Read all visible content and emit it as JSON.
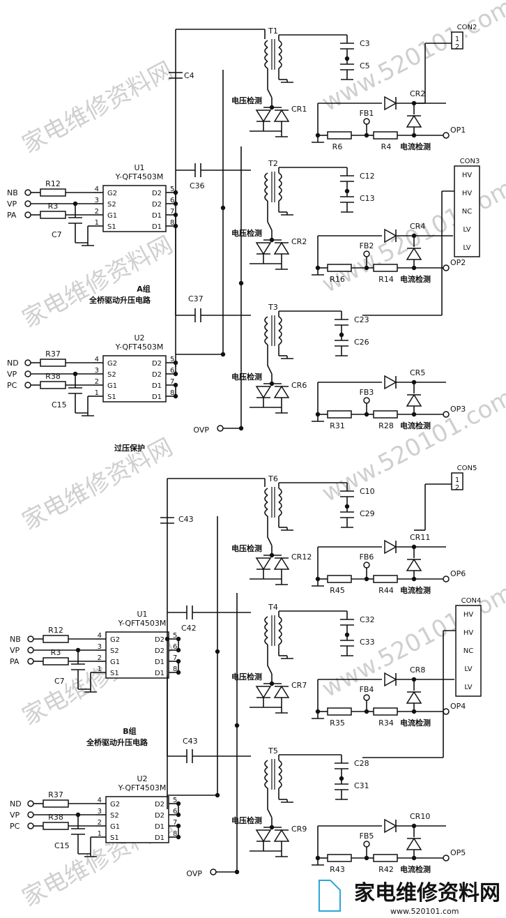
{
  "watermarks": {
    "brand": "家电维修资料网",
    "url": "www.520101.com"
  },
  "logo": {
    "text": "家电维修资料网",
    "url": "www.520101.com"
  },
  "a_group": {
    "title": "A组",
    "subtitle": "全桥驱动升压电路",
    "overvoltage": "过压保护",
    "u1": {
      "ref": "U1",
      "part": "Y-QFT4503M",
      "pins_left": [
        "G2",
        "S2",
        "G1",
        "S1"
      ],
      "pins_right": [
        "D2",
        "D2",
        "D1",
        "D1"
      ],
      "nums_left": [
        "4",
        "3",
        "2",
        "1"
      ],
      "nums_right": [
        "5",
        "6",
        "7",
        "8"
      ]
    },
    "u2": {
      "ref": "U2",
      "part": "Y-QFT4503M",
      "pins_left": [
        "G2",
        "S2",
        "G1",
        "S1"
      ],
      "pins_right": [
        "D2",
        "D2",
        "D1",
        "D1"
      ],
      "nums_left": [
        "4",
        "3",
        "2",
        "1"
      ],
      "nums_right": [
        "5",
        "6",
        "7",
        "8"
      ]
    },
    "inputs_u1": [
      "NB",
      "VP",
      "PA"
    ],
    "inputs_u2": [
      "ND",
      "VP",
      "PC"
    ],
    "res_u1": [
      "R12",
      "R3"
    ],
    "res_u2": [
      "R37",
      "R38"
    ],
    "cap_u1": "C7",
    "cap_u2": "C15",
    "caps": [
      "C4",
      "C36",
      "C37"
    ],
    "t1": {
      "ref": "T1",
      "caps": [
        "C3",
        "C5"
      ],
      "con": "CON2",
      "con_pins": [
        "1",
        "2"
      ],
      "diodes": [
        "CR1",
        "CR2"
      ],
      "fb": "FB1",
      "res": [
        "R6",
        "R4"
      ],
      "op": "OP1",
      "vdet": "电压检测",
      "idet": "电流检测"
    },
    "t2": {
      "ref": "T2",
      "caps": [
        "C12",
        "C13"
      ],
      "con": "CON3",
      "con_pins": [
        "HV",
        "HV",
        "NC",
        "LV",
        "LV"
      ],
      "diodes": [
        "CR2",
        "CR4"
      ],
      "fb": "FB2",
      "res": [
        "R16",
        "R14"
      ],
      "op": "OP2",
      "vdet": "电压检测",
      "idet": "电流检测"
    },
    "t3": {
      "ref": "T3",
      "caps": [
        "C23",
        "C26"
      ],
      "diodes": [
        "CR6",
        "CR5"
      ],
      "fb": "FB3",
      "res": [
        "R31",
        "R28"
      ],
      "op": "OP3",
      "vdet": "电压检测",
      "idet": "电流检测"
    },
    "ovp": "OVP"
  },
  "b_group": {
    "title": "B组",
    "subtitle": "全桥驱动升压电路",
    "u1": {
      "ref": "U1",
      "part": "Y-QFT4503M",
      "pins_left": [
        "G2",
        "S2",
        "G1",
        "S1"
      ],
      "pins_right": [
        "D2",
        "D2",
        "D1",
        "D1"
      ],
      "nums_left": [
        "4",
        "3",
        "2",
        "1"
      ],
      "nums_right": [
        "5",
        "6",
        "7",
        "8"
      ]
    },
    "u2": {
      "ref": "U2",
      "part": "Y-QFT4503M",
      "pins_left": [
        "G2",
        "S2",
        "G1",
        "S1"
      ],
      "pins_right": [
        "D2",
        "D2",
        "D1",
        "D1"
      ],
      "nums_left": [
        "4",
        "3",
        "2",
        "1"
      ],
      "nums_right": [
        "5",
        "6",
        "7",
        "8"
      ]
    },
    "inputs_u1": [
      "NB",
      "VP",
      "PA"
    ],
    "inputs_u2": [
      "ND",
      "VP",
      "PC"
    ],
    "res_u1": [
      "R12",
      "R3"
    ],
    "res_u2": [
      "R37",
      "R38"
    ],
    "cap_u1": "C7",
    "cap_u2": "C15",
    "caps": [
      "C43",
      "C42",
      "C43"
    ],
    "t6": {
      "ref": "T6",
      "caps": [
        "C10",
        "C29"
      ],
      "con": "CON5",
      "con_pins": [
        "1",
        "2"
      ],
      "diodes": [
        "CR12",
        "CR11"
      ],
      "fb": "FB6",
      "res": [
        "R45",
        "R44"
      ],
      "op": "OP6",
      "vdet": "电压检测",
      "idet": "电流检测"
    },
    "t4": {
      "ref": "T4",
      "caps": [
        "C32",
        "C33"
      ],
      "con": "CON4",
      "con_pins": [
        "HV",
        "HV",
        "NC",
        "LV",
        "LV"
      ],
      "diodes": [
        "CR7",
        "CR8"
      ],
      "fb": "FB4",
      "res": [
        "R35",
        "R34"
      ],
      "op": "OP4",
      "vdet": "电压检测",
      "idet": "电流检测"
    },
    "t5": {
      "ref": "T5",
      "caps": [
        "C28",
        "C31"
      ],
      "diodes": [
        "CR9",
        "CR10"
      ],
      "fb": "FB5",
      "res": [
        "R43",
        "R42"
      ],
      "op": "OP5",
      "vdet": "电压检测",
      "idet": "电流检测"
    },
    "ovp": "OVP"
  }
}
